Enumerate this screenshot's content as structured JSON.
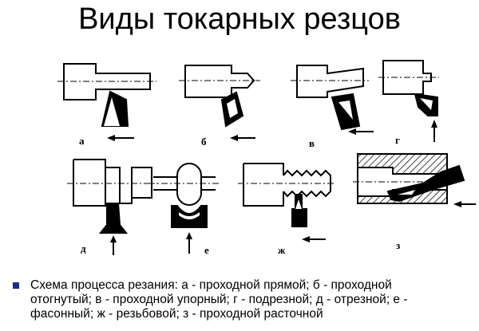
{
  "title": "Виды токарных резцов",
  "figures": [
    {
      "label": "а"
    },
    {
      "label": "б"
    },
    {
      "label": "в"
    },
    {
      "label": "г"
    },
    {
      "label": "д"
    },
    {
      "label": "е"
    },
    {
      "label": "ж"
    },
    {
      "label": "з"
    }
  ],
  "caption": {
    "line1": "Схема процесса резания: а - проходной прямой; б - проходной",
    "line2": "отогнутый; в - проходной упорный; г - подрезной; д - отрезной; е -",
    "line3": "фасонный; ж - резьбовой; з - проходной расточной"
  },
  "colors": {
    "ink": "#000000",
    "bullet": "#1a2a8c"
  }
}
